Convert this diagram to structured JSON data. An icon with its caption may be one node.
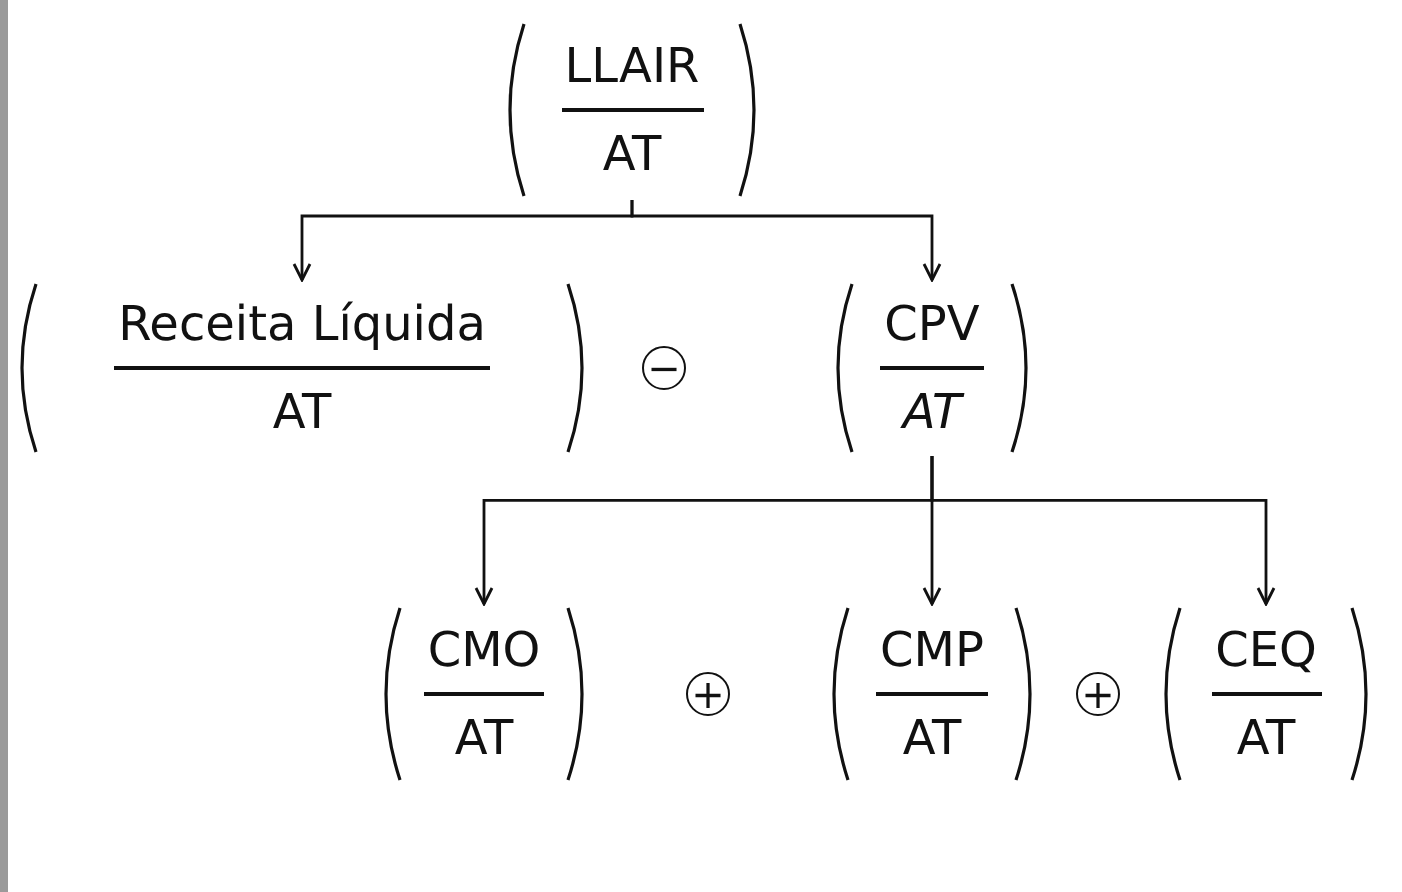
{
  "diagram": {
    "nodes": [
      {
        "text": [
          "LLAIR",
          "AT"
        ]
      },
      {
        "text": [
          "Receita Líquida",
          "AT"
        ]
      },
      {
        "text": [
          "CPV",
          "AT"
        ]
      },
      {
        "text": [
          "CMO",
          "AT"
        ]
      },
      {
        "text": [
          "CMP",
          "AT"
        ]
      },
      {
        "text": [
          "CEQ",
          "AT"
        ]
      }
    ],
    "edges": [
      {
        "from": 0,
        "to": 1,
        "arrow": "to"
      },
      {
        "from": 0,
        "to": 2,
        "arrow": "to"
      },
      {
        "from": 2,
        "to": 3,
        "arrow": "to"
      },
      {
        "from": 2,
        "to": 4,
        "arrow": "to"
      },
      {
        "from": 2,
        "to": 5,
        "arrow": "to"
      }
    ],
    "labels": [
      "−",
      "+",
      "+"
    ]
  }
}
